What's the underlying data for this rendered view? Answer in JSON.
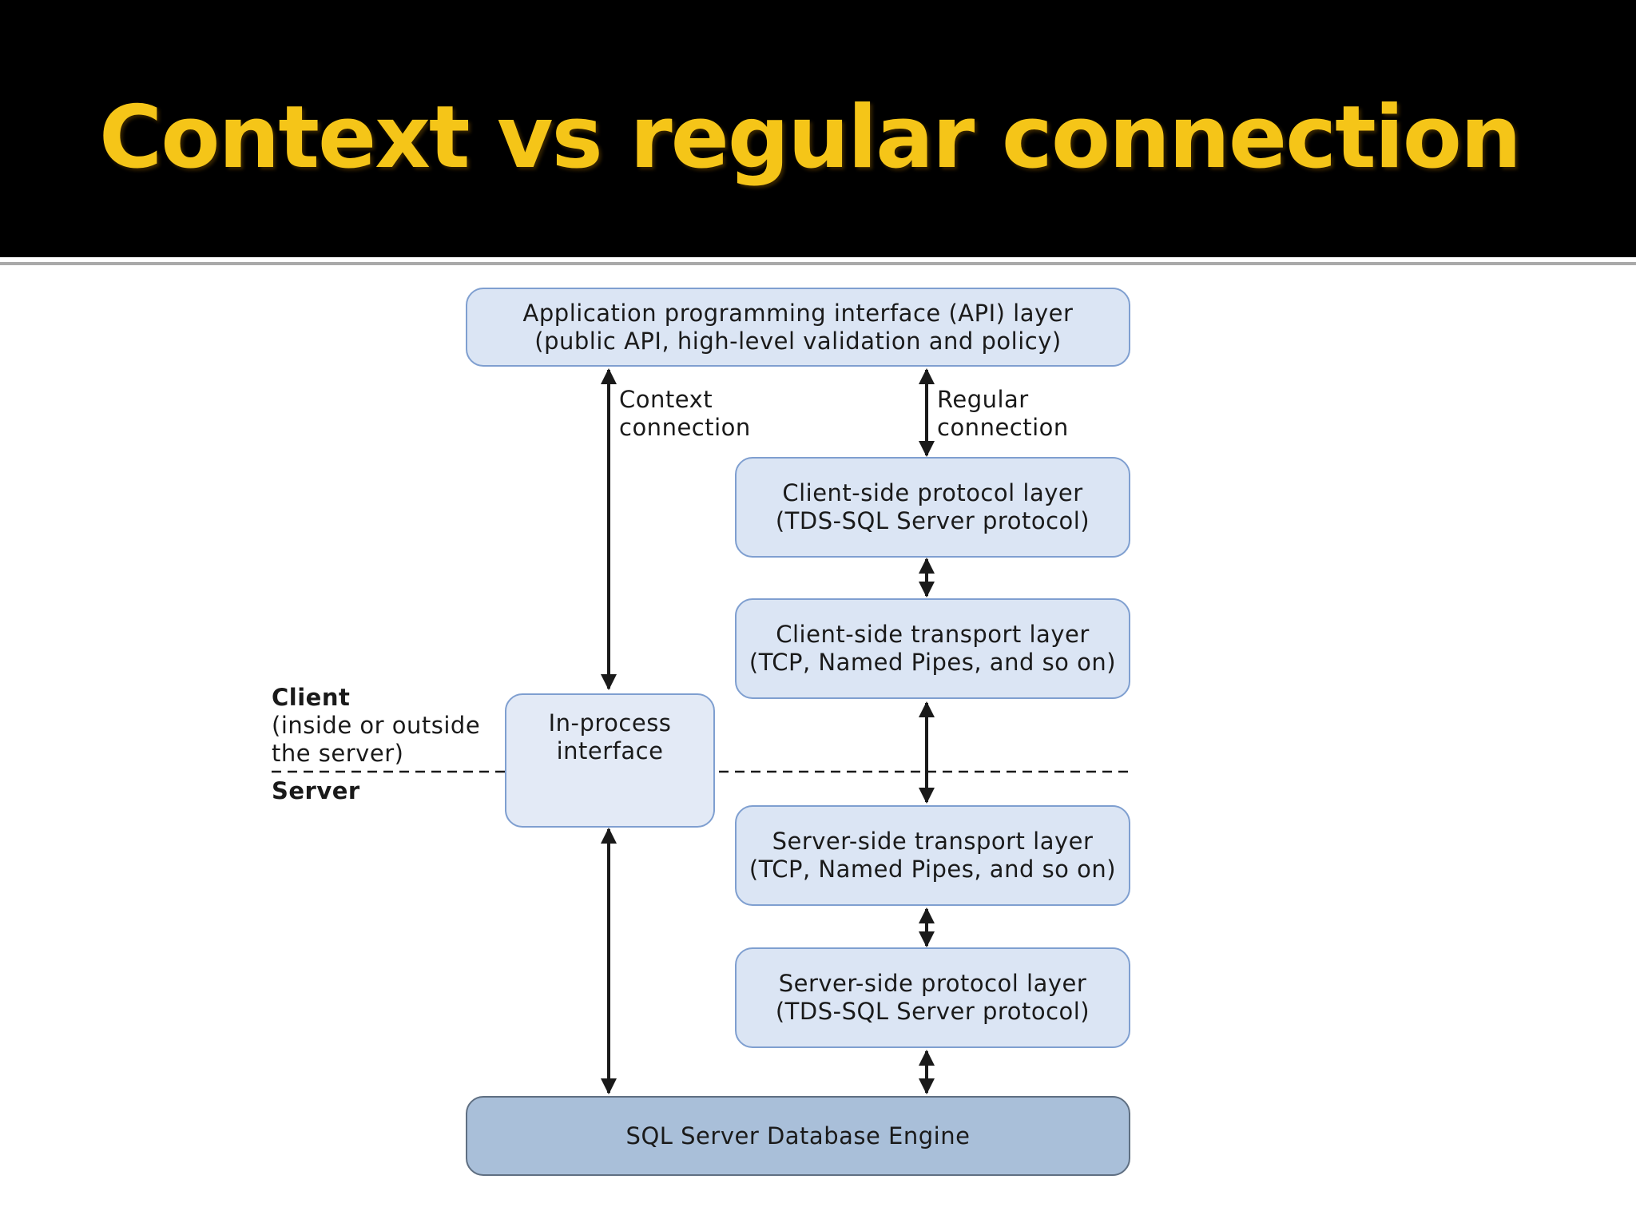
{
  "slide": {
    "title": "Context vs regular connection"
  },
  "diagram": {
    "api_layer": {
      "line1": "Application programming interface (API) layer",
      "line2": "(public API, high-level validation and policy)"
    },
    "context_connection_label": {
      "line1": "Context",
      "line2": "connection"
    },
    "regular_connection_label": {
      "line1": "Regular",
      "line2": "connection"
    },
    "client_protocol_layer": {
      "line1": "Client-side protocol layer",
      "line2": "(TDS-SQL Server protocol)"
    },
    "client_transport_layer": {
      "line1": "Client-side transport layer",
      "line2": "(TCP, Named Pipes, and so on)"
    },
    "in_process_interface": {
      "line1": "In-process",
      "line2": "interface"
    },
    "client_label": {
      "title": "Client",
      "line1": "(inside or outside",
      "line2": "the server)"
    },
    "server_label": {
      "title": "Server"
    },
    "server_transport_layer": {
      "line1": "Server-side transport layer",
      "line2": "(TCP, Named Pipes, and so on)"
    },
    "server_protocol_layer": {
      "line1": "Server-side protocol layer",
      "line2": "(TDS-SQL Server protocol)"
    },
    "database_engine": {
      "label": "SQL Server Database Engine"
    }
  },
  "colors": {
    "title": "#f5c518",
    "box_fill": "#dbe5f4",
    "box_border": "#7f9fd0",
    "engine_fill": "#a9bfd9"
  }
}
